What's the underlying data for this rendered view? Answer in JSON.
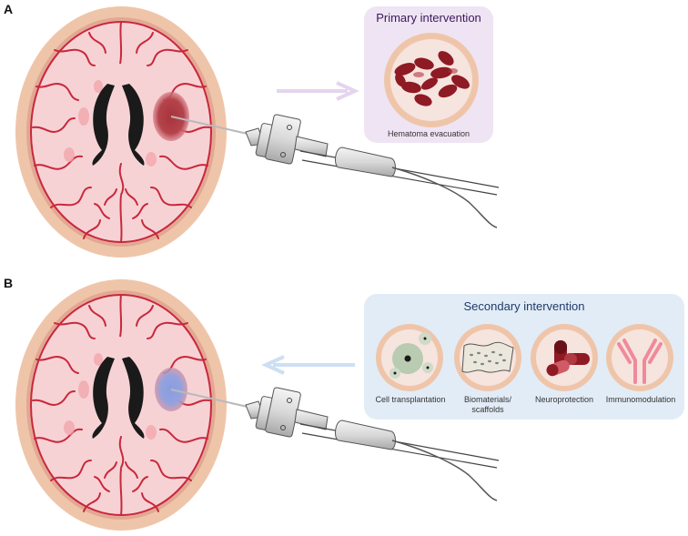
{
  "panels": {
    "a": {
      "letter": "A"
    },
    "b": {
      "letter": "B"
    }
  },
  "primary": {
    "title": "Primary intervention",
    "caption": "Hematoma evacuation"
  },
  "secondary": {
    "title": "Secondary intervention",
    "items": [
      {
        "label": "Cell transplantation",
        "icon": "cells-icon"
      },
      {
        "label": "Biomaterials/\nscaffolds",
        "icon": "scaffold-icon"
      },
      {
        "label": "Neuroprotection",
        "icon": "capsules-icon"
      },
      {
        "label": "Immunomodulation",
        "icon": "antibody-icon"
      }
    ]
  },
  "colors": {
    "skull": "#efc5aa",
    "brain": "#f7d2d5",
    "gyri": "#c8283c",
    "ventricle": "#1a1a1a",
    "hematoma": "#a8343c",
    "residual_lesion": "#8a9de0",
    "primary_box": "#efe4f3",
    "secondary_box": "#e2ecf6",
    "primary_arrow": "#e5d4ef",
    "secondary_arrow": "#cddff2"
  }
}
